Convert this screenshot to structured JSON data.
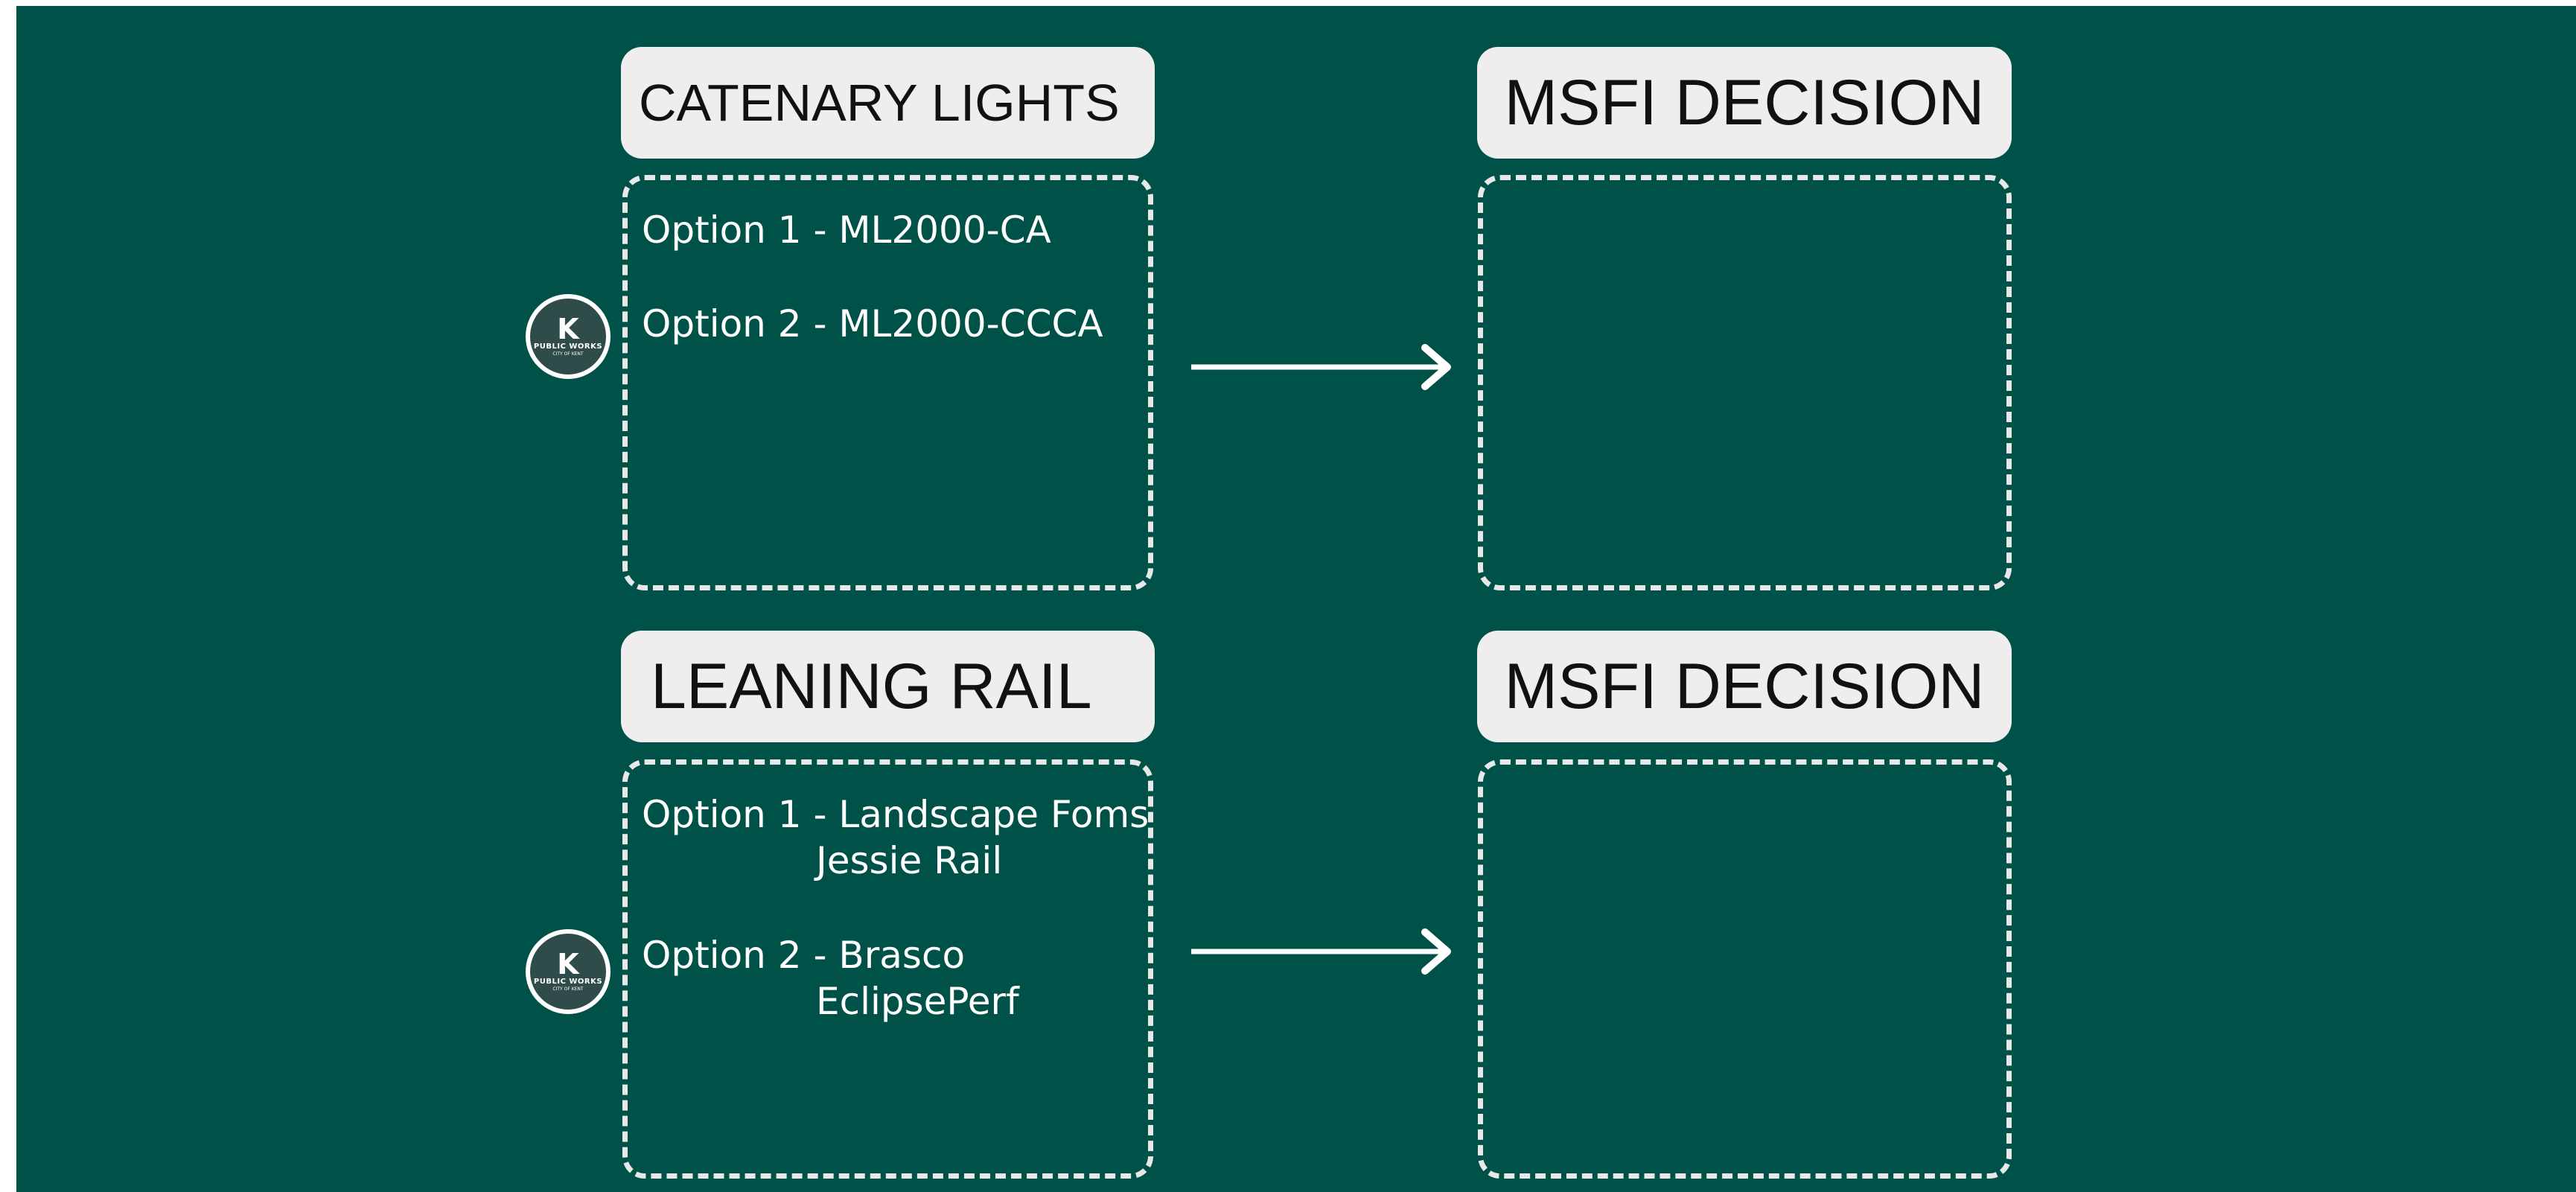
{
  "colors": {
    "background": "#005249",
    "title_box": "#efeded",
    "dashed_border": "#e8e8e8",
    "text_light": "#ffffff"
  },
  "rows": [
    {
      "category_title": "CATENARY LIGHTS",
      "options": [
        {
          "line1": "Option 1 - ML2000-CA"
        },
        {
          "line1": "Option 2 - ML2000-CCCA"
        }
      ],
      "badge": {
        "letter": "K",
        "line1": "PUBLIC WORKS",
        "line2": "CITY OF KENT"
      },
      "decision_title": "MSFI DECISION"
    },
    {
      "category_title": "LEANING RAIL",
      "options": [
        {
          "line1": "Option 1 - Landscape Foms",
          "line2": "Jessie Rail"
        },
        {
          "line1": "Option 2 - Brasco",
          "line2": "EclipsePerf"
        }
      ],
      "badge": {
        "letter": "K",
        "line1": "PUBLIC WORKS",
        "line2": "CITY OF KENT"
      },
      "decision_title": "MSFI DECISION"
    }
  ]
}
